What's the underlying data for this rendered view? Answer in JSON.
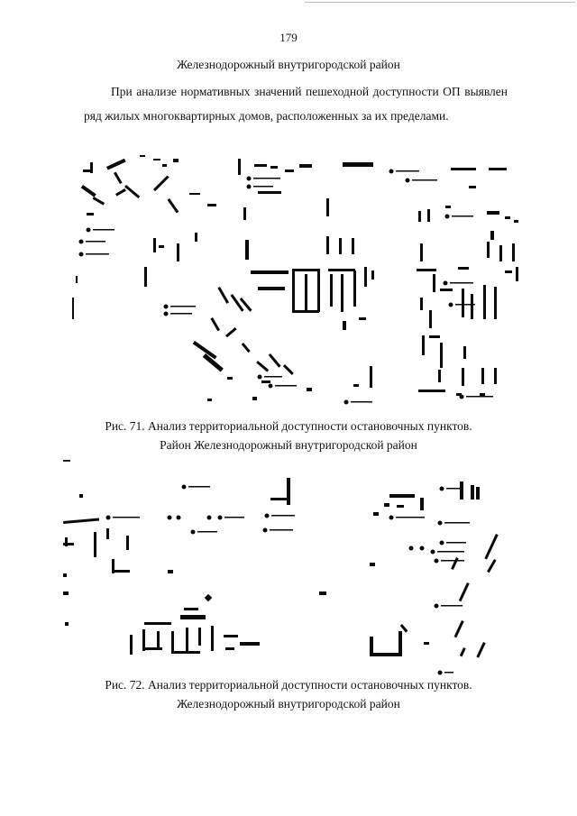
{
  "page": {
    "number": "179",
    "section_heading": "Железнодорожный внутригородской район",
    "paragraph": "При анализе нормативных значений пешеходной доступности ОП выявлен ряд жилых многоквартирных домов, расположенных за их пределами."
  },
  "figures": [
    {
      "caption_line1": "Рис. 71. Анализ территориальной доступности остановочных пунктов.",
      "caption_line2": "Район Железнодорожный внутригородской район"
    },
    {
      "caption_line1": "Рис. 72. Анализ территориальной доступности остановочных пунктов.",
      "caption_line2": "Железнодорожный внутригородской район"
    }
  ]
}
